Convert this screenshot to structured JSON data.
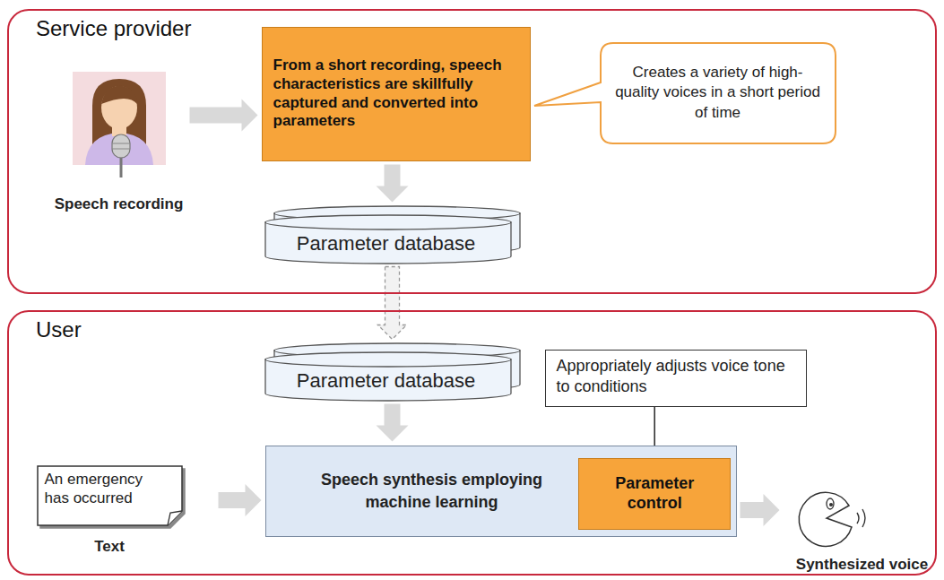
{
  "diagram": {
    "nodes": [
      {
        "text": [
          "Service provider"
        ]
      },
      {
        "text": [
          "Speech recording"
        ],
        "in": 0
      },
      {
        "text": [
          "From a short recording, speech characteristics are skillfully captured and converted into parameters"
        ],
        "in": 0
      },
      {
        "text": [
          "Creates a variety of high-quality voices in a short period of time"
        ],
        "in": 0
      },
      {
        "text": [
          "Parameter database"
        ],
        "in": 0
      },
      {
        "text": [
          "User"
        ]
      },
      {
        "text": [
          "Parameter database"
        ],
        "in": 5
      },
      {
        "text": [
          "Appropriately adjusts voice tone to conditions"
        ],
        "in": 5
      },
      {
        "text": [
          "An emergency has occurred",
          "Text"
        ],
        "in": 5
      },
      {
        "text": [
          "Speech synthesis employing machine learning"
        ],
        "in": 5
      },
      {
        "text": [
          "Parameter control"
        ],
        "in": 9
      },
      {
        "text": [
          "Synthesized voice"
        ],
        "in": 5
      }
    ],
    "edges": [
      {
        "from": 1,
        "to": 2,
        "arrow": "to"
      },
      {
        "from": 2,
        "to": 4,
        "arrow": "to"
      },
      {
        "from": 4,
        "to": 6,
        "arrow": "to"
      },
      {
        "from": 6,
        "to": 9,
        "arrow": "to"
      },
      {
        "from": 7,
        "to": 10,
        "arrow": "to"
      },
      {
        "from": 8,
        "to": 9,
        "arrow": "to"
      },
      {
        "from": 9,
        "to": 11,
        "arrow": "to"
      }
    ]
  }
}
